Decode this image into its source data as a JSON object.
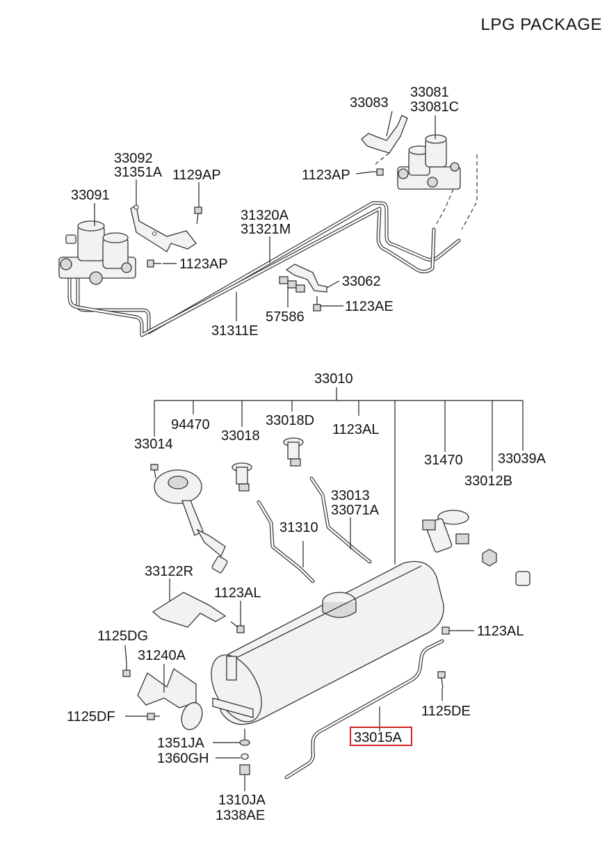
{
  "title": "LPG PACKAGE",
  "callouts": {
    "c33083": "33083",
    "c33081": "33081",
    "c33081C": "33081C",
    "c33092": "33092",
    "c31351A": "31351A",
    "c1129AP": "1129AP",
    "c1123AP_top": "1123AP",
    "c33091": "33091",
    "c31320A": "31320A",
    "c31321M": "31321M",
    "c1123AP_left": "1123AP",
    "c33062": "33062",
    "c1123AE": "1123AE",
    "c57586": "57586",
    "c31311E": "31311E",
    "c33010": "33010",
    "c94470": "94470",
    "c33018D": "33018D",
    "c33014": "33014",
    "c33018": "33018",
    "c1123AL_top": "1123AL",
    "c31470": "31470",
    "c33039A": "33039A",
    "c33012B": "33012B",
    "c33013": "33013",
    "c33071A": "33071A",
    "c31310": "31310",
    "c33122R": "33122R",
    "c1123AL_mid": "1123AL",
    "c1123AL_right": "1123AL",
    "c1125DG": "1125DG",
    "c31240A": "31240A",
    "c1125DE": "1125DE",
    "c1125DF": "1125DF",
    "c33015A": "33015A",
    "c1351JA": "1351JA",
    "c1360GH": "1360GH",
    "c1310JA": "1310JA",
    "c1338AE": "1338AE"
  },
  "highlight": {
    "part": "33015A",
    "color": "#d42020"
  }
}
